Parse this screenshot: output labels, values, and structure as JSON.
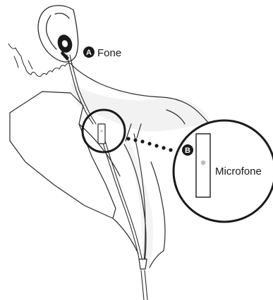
{
  "callouts": {
    "headphone": {
      "letter": "A",
      "label": "Fone"
    },
    "microphone": {
      "letter": "B",
      "label": "Microfone"
    }
  },
  "colors": {
    "line": "#2a2a2a",
    "marker": "#1a1a1a",
    "shade": "#f2f2f2",
    "mic_dot": "#bdbdbd"
  }
}
